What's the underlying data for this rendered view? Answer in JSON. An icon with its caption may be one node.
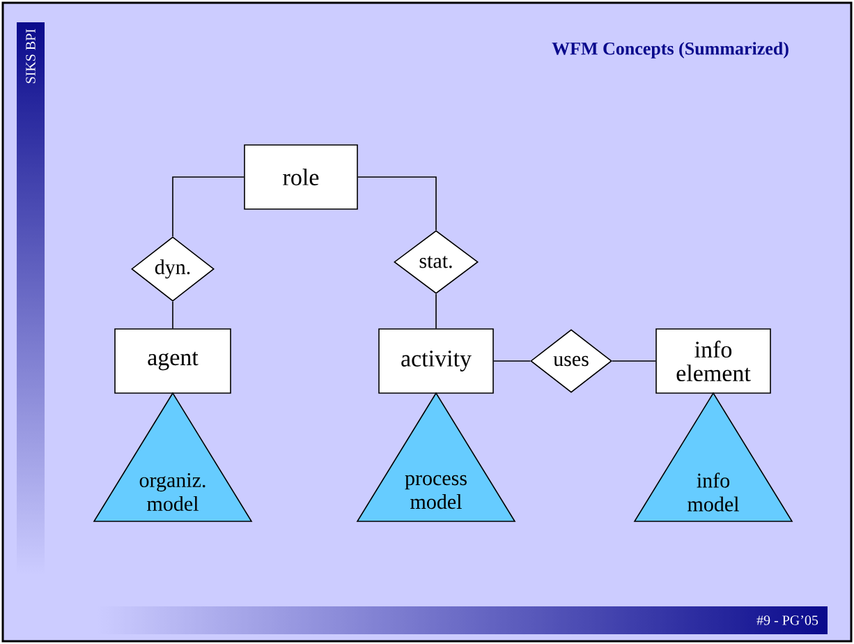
{
  "diagram": {
    "title": "WFM Concepts (Summarized)",
    "nodes": [
      {
        "text": [
          "role"
        ]
      },
      {
        "text": [
          "dyn."
        ]
      },
      {
        "text": [
          "stat."
        ]
      },
      {
        "text": [
          "agent"
        ]
      },
      {
        "text": [
          "activity"
        ]
      },
      {
        "text": [
          "uses"
        ]
      },
      {
        "text": [
          "info element"
        ]
      },
      {
        "text": [
          "organiz. model"
        ]
      },
      {
        "text": [
          "process model"
        ]
      },
      {
        "text": [
          "info model"
        ]
      }
    ],
    "edges": [
      {
        "from": 0,
        "to": 1,
        "arrow": "none"
      },
      {
        "from": 1,
        "to": 3,
        "arrow": "none"
      },
      {
        "from": 0,
        "to": 2,
        "arrow": "none"
      },
      {
        "from": 2,
        "to": 4,
        "arrow": "none"
      },
      {
        "from": 4,
        "to": 5,
        "arrow": "none"
      },
      {
        "from": 5,
        "to": 6,
        "arrow": "none"
      }
    ],
    "labels": [
      "SIKS BPI",
      "#9 - PG’05"
    ]
  }
}
